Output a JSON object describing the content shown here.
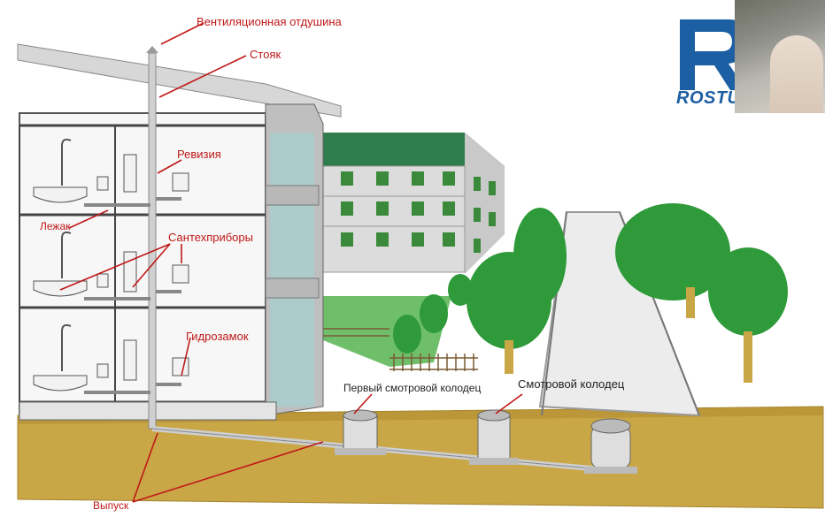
{
  "labels": {
    "vent": "Вентиляционная отдушина",
    "riser": "Стояк",
    "revision": "Ревизия",
    "lezhak": "Лежак",
    "fixtures": "Сантехприборы",
    "trap": "Гидрозамок",
    "outlet": "Выпуск",
    "first_well": "Первый смотровой колодец",
    "inspection_well": "Смотровой колодец"
  },
  "logo": {
    "text": "ROSTURPLAST",
    "color": "#1d5fa3"
  },
  "colors": {
    "label_red": "#c01818",
    "ground": "#c8a040",
    "pipe": "#d0d0d0",
    "tree": "#2f9a3a",
    "roof": "#2f7d4c"
  }
}
